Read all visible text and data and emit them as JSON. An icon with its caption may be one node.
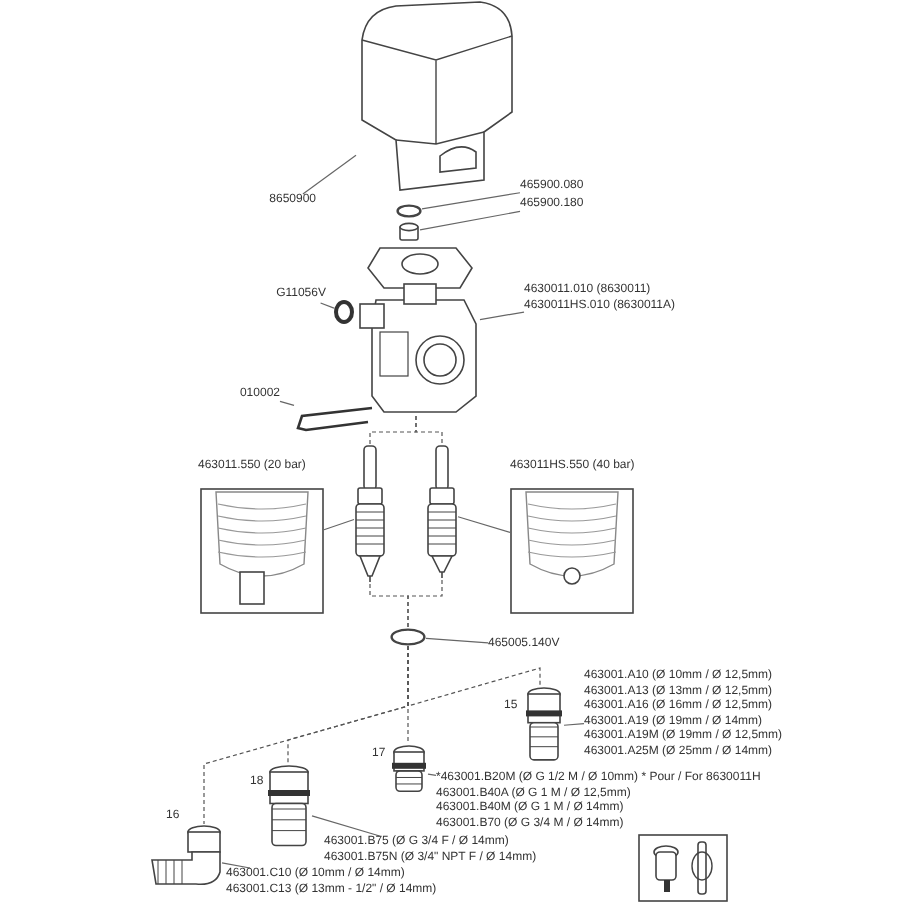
{
  "diagram": {
    "nodes": [
      {
        "text": [],
        "shape": "picture"
      },
      {
        "text": [
          "8650900"
        ]
      },
      {
        "text": [
          "465900.080"
        ]
      },
      {
        "text": [
          "465900.180"
        ]
      },
      {
        "text": [],
        "shape": "circle"
      },
      {
        "text": [],
        "shape": "cylinder"
      },
      {
        "text": [],
        "shape": "circle"
      },
      {
        "text": [
          "G11056V"
        ]
      },
      {
        "text": [],
        "shape": "picture"
      },
      {
        "text": [
          "4630011.010 (8630011)",
          "4630011HS.010 (8630011A)"
        ]
      },
      {
        "text": [
          "010002"
        ]
      },
      {
        "text": [],
        "shape": "picture"
      },
      {
        "text": [],
        "shape": "picture"
      },
      {
        "text": [],
        "shape": "picture"
      },
      {
        "text": [],
        "shape": "picture"
      },
      {
        "text": [],
        "shape": "picture"
      },
      {
        "text": [],
        "shape": "circle"
      },
      {
        "text": [
          "465005.140V"
        ]
      },
      {
        "text": [
          "463001.A10 (Ø 10mm / Ø 12,5mm)",
          "463001.A13 (Ø 13mm / Ø 12,5mm)",
          "463001.A16 (Ø 16mm / Ø 12,5mm)",
          "463001.A19 (Ø 19mm / Ø 14mm)",
          "463001.A19M (Ø 19mm / Ø 12,5mm)",
          "463001.A25M (Ø 25mm / Ø 14mm)"
        ]
      },
      {
        "text": [],
        "shape": "picture",
        "beside": [
          "15"
        ]
      },
      {
        "text": [],
        "shape": "picture",
        "beside": [
          "17"
        ]
      },
      {
        "text": [
          "*463001.B20M (Ø G 1/2 M / Ø 10mm) * Pour / For 8630011H",
          "463001.B40A (Ø G 1 M / Ø 12,5mm)",
          "463001.B40M (Ø G 1 M / Ø 14mm)",
          "463001.B70 (Ø G 3/4 M / Ø 14mm)"
        ]
      },
      {
        "text": [],
        "shape": "picture",
        "beside": [
          "18"
        ]
      },
      {
        "text": [
          "463001.B75 (Ø G 3/4 F / Ø 14mm)",
          "463001.B75N (Ø 3/4\" NPT F / Ø 14mm)"
        ]
      },
      {
        "text": [],
        "shape": "picture",
        "beside": [
          "16"
        ]
      },
      {
        "text": [
          "463001.C10 (Ø 10mm / Ø 14mm)",
          "463001.C13 (Ø 13mm - 1/2\" / Ø 14mm)"
        ]
      },
      {
        "text": [],
        "shape": "picture"
      }
    ],
    "edges": [
      {
        "from": 1,
        "to": 0,
        "arrow": "none"
      },
      {
        "from": 2,
        "to": 4,
        "arrow": "none"
      },
      {
        "from": 3,
        "to": 5,
        "arrow": "none"
      },
      {
        "from": 7,
        "to": 6,
        "arrow": "none"
      },
      {
        "from": 9,
        "to": 8,
        "arrow": "none"
      },
      {
        "from": 10,
        "to": 11,
        "arrow": "none"
      },
      {
        "from": 12,
        "to": 13,
        "arrow": "none"
      },
      {
        "from": 15,
        "to": 14,
        "arrow": "none"
      },
      {
        "from": 17,
        "to": 16,
        "arrow": "none"
      },
      {
        "from": 18,
        "to": 19,
        "arrow": "none"
      },
      {
        "from": 21,
        "to": 20,
        "arrow": "none"
      },
      {
        "from": 23,
        "to": 22,
        "arrow": "none"
      },
      {
        "from": 25,
        "to": 24,
        "arrow": "none"
      },
      {
        "from": 8,
        "to": 13,
        "arrow": "none",
        "style": "dashed"
      },
      {
        "from": 8,
        "to": 14,
        "arrow": "none",
        "style": "dashed"
      },
      {
        "from": 13,
        "to": 16,
        "arrow": "none",
        "style": "dashed"
      },
      {
        "from": 14,
        "to": 16,
        "arrow": "none",
        "style": "dashed"
      },
      {
        "from": 16,
        "to": 19,
        "arrow": "none",
        "style": "dashed"
      },
      {
        "from": 16,
        "to": 20,
        "arrow": "none",
        "style": "dashed"
      },
      {
        "from": 16,
        "to": 22,
        "arrow": "none",
        "style": "dashed"
      },
      {
        "from": 16,
        "to": 24,
        "arrow": "none",
        "style": "dashed"
      }
    ],
    "labels": [
      "463011.550 (20 bar)",
      "463011HS.550 (40 bar)"
    ]
  }
}
